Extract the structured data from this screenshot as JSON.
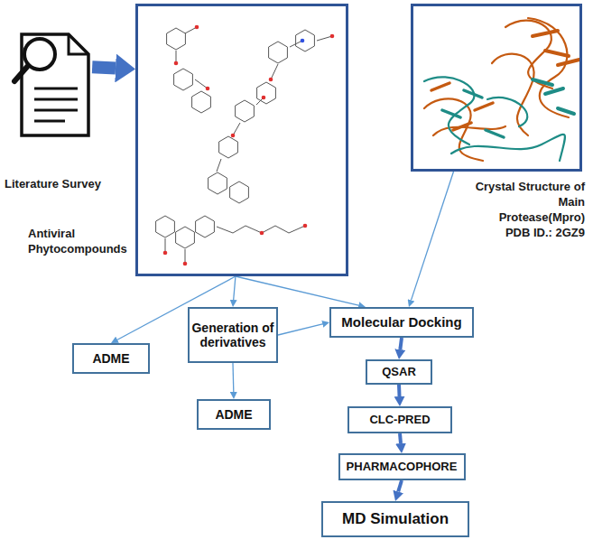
{
  "diagram": {
    "nodes": [
      {
        "text": [
          "Literature Survey"
        ]
      },
      {
        "text": [
          "Antiviral Phytocompounds"
        ]
      },
      {
        "text": [
          "Crystal Structure of Main Protease(Mpro) PDB ID.: 2GZ9"
        ]
      },
      {
        "text": [
          "ADME"
        ]
      },
      {
        "text": [
          "Generation of derivatives"
        ]
      },
      {
        "text": [
          "ADME"
        ]
      },
      {
        "text": [
          "Molecular Docking"
        ]
      },
      {
        "text": [
          "QSAR"
        ]
      },
      {
        "text": [
          "CLC-PRED"
        ]
      },
      {
        "text": [
          "PHARMACOPHORE"
        ]
      },
      {
        "text": [
          "MD Simulation"
        ]
      }
    ],
    "edges": [
      {
        "from": 0,
        "to": 1,
        "arrow": "to"
      },
      {
        "from": 1,
        "to": 3,
        "arrow": "to"
      },
      {
        "from": 1,
        "to": 4,
        "arrow": "to"
      },
      {
        "from": 1,
        "to": 6,
        "arrow": "to"
      },
      {
        "from": 2,
        "to": 6,
        "arrow": "to"
      },
      {
        "from": 4,
        "to": 5,
        "arrow": "to"
      },
      {
        "from": 4,
        "to": 6,
        "arrow": "to"
      },
      {
        "from": 6,
        "to": 7,
        "arrow": "to"
      },
      {
        "from": 7,
        "to": 8,
        "arrow": "to"
      },
      {
        "from": 8,
        "to": 9,
        "arrow": "to"
      },
      {
        "from": 9,
        "to": 10,
        "arrow": "to"
      }
    ]
  }
}
